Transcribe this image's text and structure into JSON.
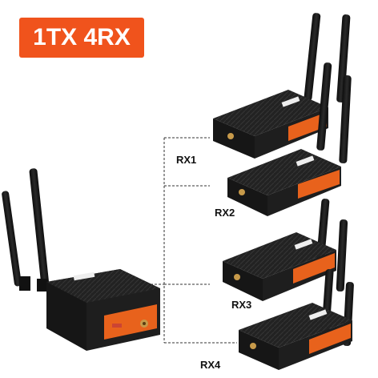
{
  "badge": {
    "text": "1TX 4RX"
  },
  "receivers": [
    {
      "label": "RX1"
    },
    {
      "label": "RX2"
    },
    {
      "label": "RX3"
    },
    {
      "label": "RX4"
    }
  ],
  "colors": {
    "accent": "#f0531c",
    "device_body": "#1c1c1c",
    "device_orange": "#e8621c"
  }
}
